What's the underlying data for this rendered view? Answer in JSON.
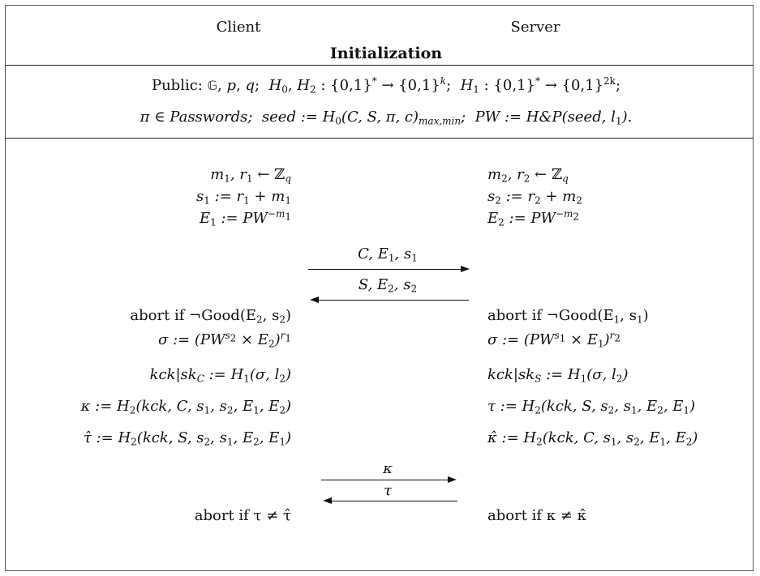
{
  "header": {
    "client": "Client",
    "server": "Server",
    "section": "Initialization"
  },
  "public": {
    "label": "Public:",
    "group": "𝔾",
    "p": "p",
    "q": "q",
    "H0": "H",
    "H0_sub": "0",
    "H2": "H",
    "H2_sub": "2",
    "domain": ": {0,1}",
    "star": "*",
    "to": "→ {0,1}",
    "k": "k",
    "H1": "H",
    "H1_sub": "1",
    "exp2k": "2k"
  },
  "pw_line": {
    "pi_in": "π ∈ ",
    "passwords": "Passwords",
    "seed_def": "seed := H",
    "seed_sub": "0",
    "seed_args": "(C, S, π, c)",
    "maxmin": "max,min",
    "pw_def": "PW := H&P(seed, l",
    "l_sub": "1",
    "pw_end": ")."
  },
  "client": {
    "l1a": "m",
    "l1s1": "1",
    "l1b": ", r",
    "l1s2": "1",
    "l1c": " ← ℤ",
    "l1s3": "q",
    "l2a": "s",
    "l2s1": "1",
    "l2b": " := r",
    "l2s2": "1",
    "l2c": " + m",
    "l2s3": "1",
    "l3a": "E",
    "l3s1": "1",
    "l3b": " := PW",
    "l3e": "−m",
    "l3es": "1",
    "abort1_pre": "abort if ¬Good(E",
    "abort1_s1": "2",
    "abort1_mid": ", s",
    "abort1_s2": "2",
    "abort1_end": ")",
    "sigma_pre": "σ := (PW",
    "sigma_exp": "s",
    "sigma_exps": "2",
    "sigma_mid": " × E",
    "sigma_sub": "2",
    "sigma_close": ")",
    "sigma_r": "r",
    "sigma_rs": "1",
    "kck": "kck|sk",
    "kck_sub": "C",
    "kck_def": " := H",
    "kck_h": "1",
    "kck_args": "(σ, l",
    "kck_l": "2",
    "kck_end": ")",
    "kappa": "κ := H",
    "kappa_h": "2",
    "kappa_args": "(kck, C, s",
    "kappa_s1": "1",
    "kappa_m1": ", s",
    "kappa_s2": "2",
    "kappa_m2": ", E",
    "kappa_e1": "1",
    "kappa_m3": ", E",
    "kappa_e2": "2",
    "kappa_end": ")",
    "tauhat": "τ̂ := H",
    "tauhat_h": "2",
    "tauhat_args": "(kck, S, s",
    "tauhat_s1": "2",
    "tauhat_m1": ", s",
    "tauhat_s2": "1",
    "tauhat_m2": ", E",
    "tauhat_e1": "2",
    "tauhat_m3": ", E",
    "tauhat_e2": "1",
    "tauhat_end": ")",
    "abort2": "abort if τ ≠ τ̂"
  },
  "server": {
    "l1a": "m",
    "l1s1": "2",
    "l1b": ", r",
    "l1s2": "2",
    "l1c": " ← ℤ",
    "l1s3": "q",
    "l2a": "s",
    "l2s1": "2",
    "l2b": " := r",
    "l2s2": "2",
    "l2c": " + m",
    "l2s3": "2",
    "l3a": "E",
    "l3s1": "2",
    "l3b": " := PW",
    "l3e": "−m",
    "l3es": "2",
    "abort1_pre": "abort if ¬Good(E",
    "abort1_s1": "1",
    "abort1_mid": ", s",
    "abort1_s2": "1",
    "abort1_end": ")",
    "sigma_pre": "σ := (PW",
    "sigma_exp": "s",
    "sigma_exps": "1",
    "sigma_mid": " × E",
    "sigma_sub": "1",
    "sigma_close": ")",
    "sigma_r": "r",
    "sigma_rs": "2",
    "kck": "kck|sk",
    "kck_sub": "S",
    "kck_def": " := H",
    "kck_h": "1",
    "kck_args": "(σ, l",
    "kck_l": "2",
    "kck_end": ")",
    "tau": "τ := H",
    "tau_h": "2",
    "tau_args": "(kck, S, s",
    "tau_s1": "2",
    "tau_m1": ", s",
    "tau_s2": "1",
    "tau_m2": ", E",
    "tau_e1": "2",
    "tau_m3": ", E",
    "tau_e2": "1",
    "tau_end": ")",
    "kappahat": "κ̂ := H",
    "kappahat_h": "2",
    "kappahat_args": "(kck, C, s",
    "kappahat_s1": "1",
    "kappahat_m1": ", s",
    "kappahat_s2": "2",
    "kappahat_m2": ", E",
    "kappahat_e1": "1",
    "kappahat_m3": ", E",
    "kappahat_e2": "2",
    "kappahat_end": ")",
    "abort2": "abort if κ ≠ κ̂"
  },
  "messages": {
    "m1_a": "C, E",
    "m1_s": "1",
    "m1_b": ", s",
    "m1_s2": "1",
    "m2_a": "S, E",
    "m2_s": "2",
    "m2_b": ", s",
    "m2_s2": "2",
    "m3": "κ",
    "m4": "τ"
  }
}
